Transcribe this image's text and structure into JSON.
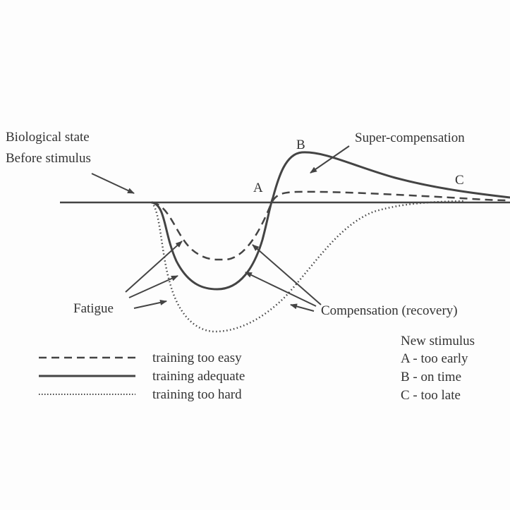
{
  "labels": {
    "biological_state_line1": "Biological state",
    "biological_state_line2": "Before stimulus",
    "super_compensation": "Super-compensation",
    "point_a": "A",
    "point_b": "B",
    "point_c": "C",
    "fatigue": "Fatigue",
    "compensation": "Compensation (recovery)"
  },
  "legend": {
    "items": [
      {
        "style": "dashed",
        "label": "training too easy"
      },
      {
        "style": "solid",
        "label": "training adequate"
      },
      {
        "style": "dotted",
        "label": "training too hard"
      }
    ]
  },
  "stimulus_legend": {
    "title": "New stimulus",
    "items": [
      "A - too early",
      "B - on time",
      "C - too late"
    ]
  },
  "colors": {
    "ink": "#444444",
    "background": "#fdfdfd"
  }
}
